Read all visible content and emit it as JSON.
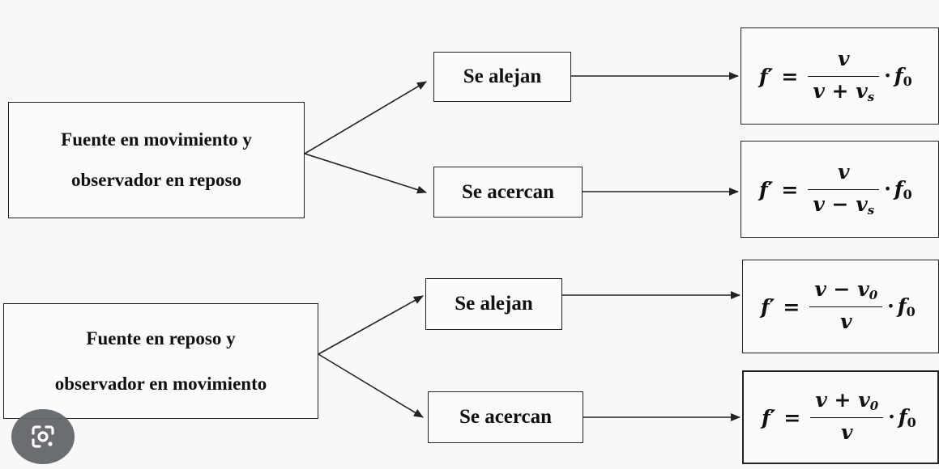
{
  "groups": [
    {
      "source": {
        "line1": "Fuente en movimiento y",
        "line2": "observador en reposo"
      },
      "branches": [
        {
          "label": "Se alejan",
          "formula": {
            "lhs": "f′",
            "eq": "=",
            "numerator": "v",
            "denominator_main": "v + v",
            "denominator_sub": "s",
            "numerator_main": "v",
            "numerator_sub": "",
            "times": "·",
            "tail_main": "f",
            "tail_sub": "0"
          }
        },
        {
          "label": "Se acercan",
          "formula": {
            "lhs": "f′",
            "eq": "=",
            "numerator_main": "v",
            "numerator_sub": "",
            "denominator_main": "v − v",
            "denominator_sub": "s",
            "times": "·",
            "tail_main": "f",
            "tail_sub": "0"
          }
        }
      ]
    },
    {
      "source": {
        "line1": "Fuente en reposo y",
        "line2": "observador en movimiento"
      },
      "branches": [
        {
          "label": "Se alejan",
          "formula": {
            "lhs": "f′",
            "eq": "=",
            "numerator_main": "v − v",
            "numerator_sub": "0",
            "denominator_main": "v",
            "denominator_sub": "",
            "times": "·",
            "tail_main": "f",
            "tail_sub": "0"
          }
        },
        {
          "label": "Se acercan",
          "formula": {
            "lhs": "f′",
            "eq": "=",
            "numerator_main": "v + v",
            "numerator_sub": "0",
            "denominator_main": "v",
            "denominator_sub": "",
            "times": "·",
            "tail_main": "f",
            "tail_sub": "0"
          }
        }
      ]
    }
  ],
  "overlay": {
    "icon": "lens-icon"
  },
  "colors": {
    "background": "#f8f8f8",
    "stroke": "#222222",
    "overlay_button": "#5f6368"
  }
}
